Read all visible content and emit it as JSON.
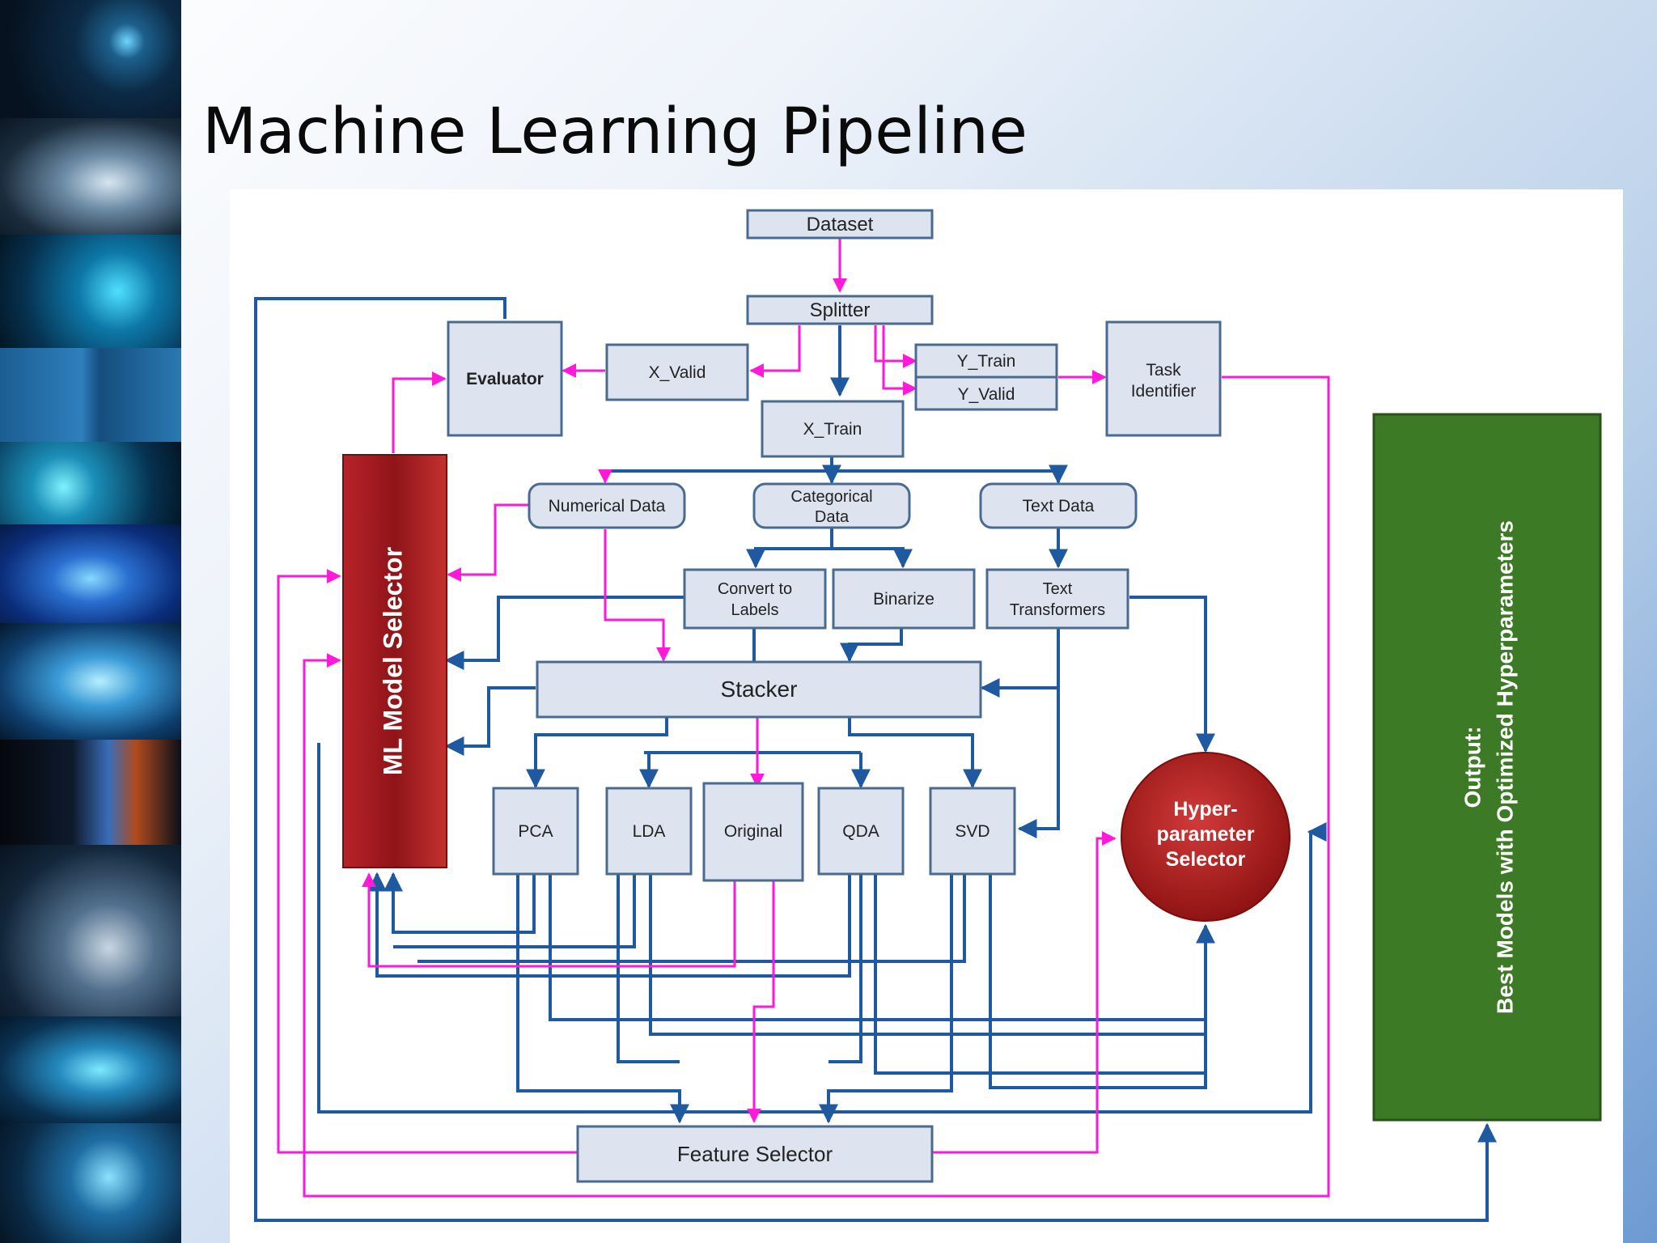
{
  "slide": {
    "title": "Machine Learning Pipeline"
  },
  "colors": {
    "box_fill": "#dde4f0",
    "box_stroke": "#4a6b8f",
    "blue_arrow": "#1f5aa0",
    "magenta_arrow": "#ff1ad9",
    "model_selector_fill": "#a51c1c",
    "hyper_selector_fill": "#a81a1a",
    "output_fill": "#3d7a26"
  },
  "diagram": {
    "nodes": {
      "dataset": "Dataset",
      "splitter": "Splitter",
      "x_valid": "X_Valid",
      "evaluator": "Evaluator",
      "y_train": "Y_Train",
      "y_valid": "Y_Valid",
      "task_identifier": [
        "Task",
        "Identifier"
      ],
      "x_train": "X_Train",
      "numerical_data": "Numerical Data",
      "categorical_data": [
        "Categorical",
        "Data"
      ],
      "text_data": "Text Data",
      "convert_to_labels": [
        "Convert to",
        "Labels"
      ],
      "binarize": "Binarize",
      "text_transformers": [
        "Text",
        "Transformers"
      ],
      "stacker": "Stacker",
      "pca": "PCA",
      "lda": "LDA",
      "original": "Original",
      "qda": "QDA",
      "svd": "SVD",
      "feature_selector": "Feature Selector",
      "ml_model_selector": "ML Model Selector",
      "hyperparameter_selector": [
        "Hyper-",
        "parameter",
        "Selector"
      ],
      "output": [
        "Output:",
        "Best Models with Optimized Hyperparameters"
      ]
    }
  }
}
